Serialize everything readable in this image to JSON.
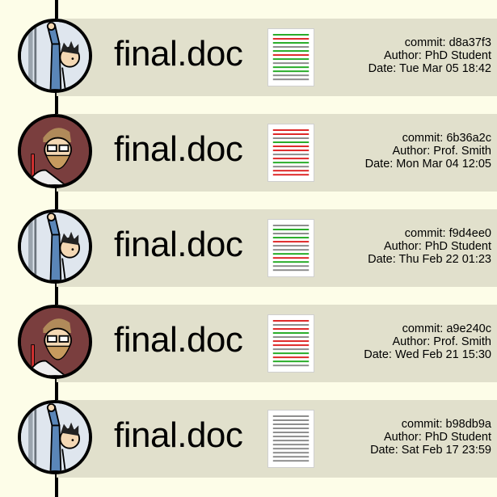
{
  "commits": [
    {
      "filename": "final.doc",
      "commit": "commit: d8a37f3",
      "author": "Author: PhD Student",
      "date": "Date: Tue Mar 05 18:42",
      "avatar": "phd-student",
      "diff": [
        "g",
        "r",
        "g",
        "n",
        "g",
        "r",
        "g",
        "n",
        "g",
        "g",
        "n",
        "n"
      ]
    },
    {
      "filename": "final.doc",
      "commit": "commit: 6b36a2c",
      "author": "Author: Prof. Smith",
      "date": "Date: Mon Mar 04 12:05",
      "avatar": "prof-smith",
      "diff": [
        "r",
        "r",
        "n",
        "g",
        "r",
        "r",
        "n",
        "r",
        "g",
        "n",
        "r",
        "r"
      ]
    },
    {
      "filename": "final.doc",
      "commit": "commit: f9d4ee0",
      "author": "Author: PhD Student",
      "date": "Date: Thu Feb 22 01:23",
      "avatar": "phd-student",
      "diff": [
        "n",
        "g",
        "n",
        "g",
        "r",
        "n",
        "n",
        "g",
        "r",
        "g",
        "n",
        "n"
      ]
    },
    {
      "filename": "final.doc",
      "commit": "commit: a9e240c",
      "author": "Author: Prof. Smith",
      "date": "Date: Wed Feb 21 15:30",
      "avatar": "prof-smith",
      "diff": [
        "r",
        "n",
        "r",
        "g",
        "n",
        "r",
        "r",
        "n",
        "g",
        "r",
        "g",
        "n"
      ]
    },
    {
      "filename": "final.doc",
      "commit": "commit: b98db9a",
      "author": "Author: PhD Student",
      "date": "Date: Sat Feb 17 23:59",
      "avatar": "phd-student",
      "diff": [
        "n",
        "n",
        "n",
        "n",
        "n",
        "n",
        "n",
        "n",
        "n",
        "n",
        "n",
        "n"
      ]
    }
  ],
  "colors": {
    "added": "#22aa22",
    "removed": "#dd2222",
    "unchanged": "#8a8a8a",
    "bar": "#e1e0cc",
    "background": "#fdfde8"
  }
}
